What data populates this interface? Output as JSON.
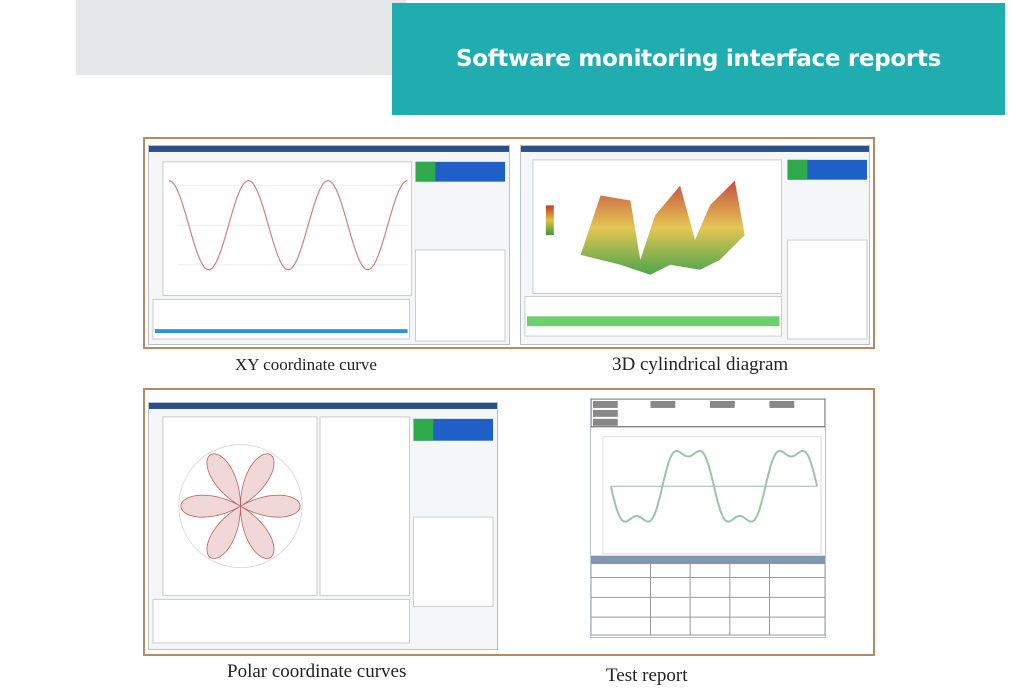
{
  "header": {
    "title": "Software monitoring interface reports"
  },
  "panels": [
    {
      "caption": "XY coordinate curve"
    },
    {
      "caption": "3D cylindrical diagram"
    },
    {
      "caption": "Polar coordinate curves"
    },
    {
      "caption": "Test report"
    }
  ],
  "colors": {
    "banner": "#20adb0",
    "frame": "#b88a62",
    "ok_green": "#2eaa4a",
    "display_blue": "#1f5fc8"
  }
}
